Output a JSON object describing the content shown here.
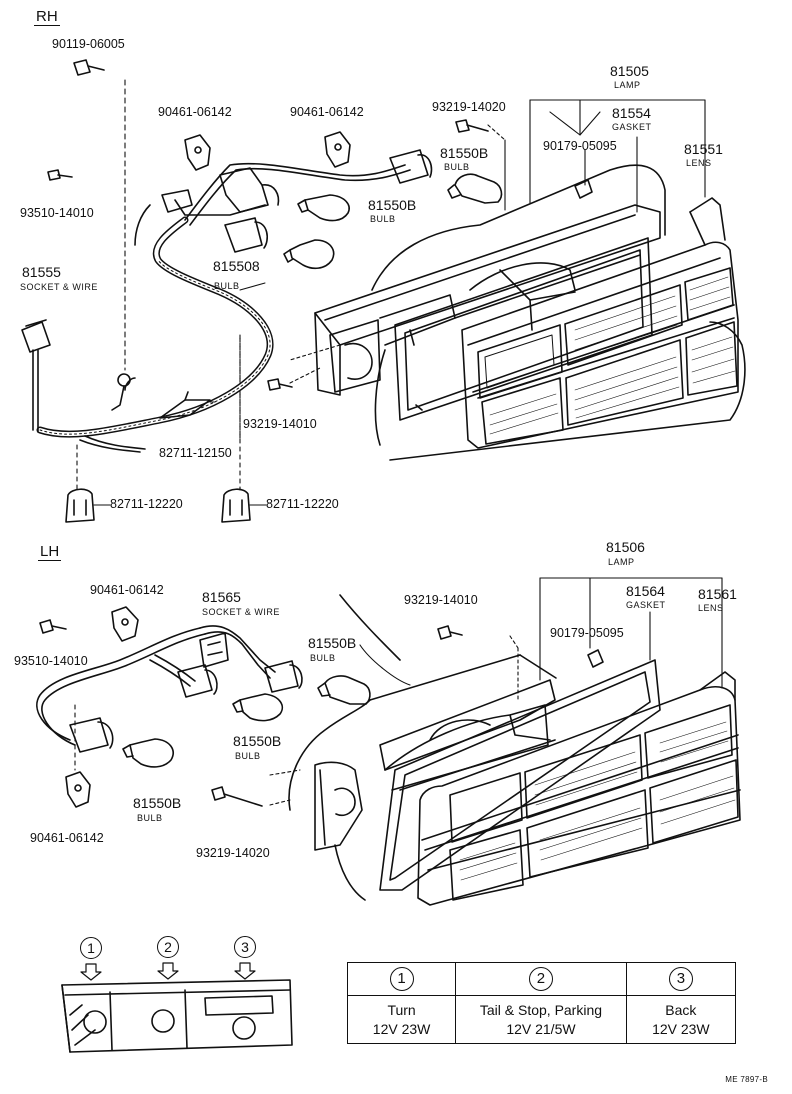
{
  "sections": {
    "rh": "RH",
    "lh": "LH"
  },
  "rh": {
    "p90119": "90119-06005",
    "p90461a": "90461-06142",
    "p90461b": "90461-06142",
    "p93219a": "93219-14020",
    "p81505": "81505",
    "p81505_sub": "LAMP",
    "p81554": "81554",
    "p81554_sub": "GASKET",
    "p90179": "90179-05095",
    "p81551": "81551",
    "p81551_sub": "LENS",
    "p81550b_a": "81550B",
    "p81550b_a_sub": "BULB",
    "p81550b_b": "81550B",
    "p81550b_b_sub": "BULB",
    "p815508": "815508",
    "p815508_sub": "BULB",
    "p93510": "93510-14010",
    "p81555": "81555",
    "p81555_sub": "SOCKET & WIRE",
    "p93219b": "93219-14010",
    "p82711a": "82711-12150",
    "p82711b": "82711-12220",
    "p82711c": "82711-12220"
  },
  "lh": {
    "p81506": "81506",
    "p81506_sub": "LAMP",
    "p81564": "81564",
    "p81564_sub": "GASKET",
    "p81561": "81561",
    "p81561_sub": "LENS",
    "p90461a": "90461-06142",
    "p81565": "81565",
    "p81565_sub": "SOCKET & WIRE",
    "p93219a": "93219-14010",
    "p90179": "90179-05095",
    "p93510": "93510-14010",
    "p81550b_a": "81550B",
    "p81550b_a_sub": "BULB",
    "p81550b_b": "81550B",
    "p81550b_b_sub": "BULB",
    "p81550b_c": "81550B",
    "p81550b_c_sub": "BULB",
    "p90461b": "90461-06142",
    "p93219b": "93219-14020"
  },
  "key": {
    "c1": "1",
    "c2": "2",
    "c3": "3"
  },
  "legend": {
    "cols": [
      {
        "num": "1",
        "line1": "Turn",
        "line2": "12V 23W"
      },
      {
        "num": "2",
        "line1": "Tail & Stop, Parking",
        "line2": "12V 21/5W"
      },
      {
        "num": "3",
        "line1": "Back",
        "line2": "12V 23W"
      }
    ]
  },
  "drawing_code": "ME 7897-B"
}
